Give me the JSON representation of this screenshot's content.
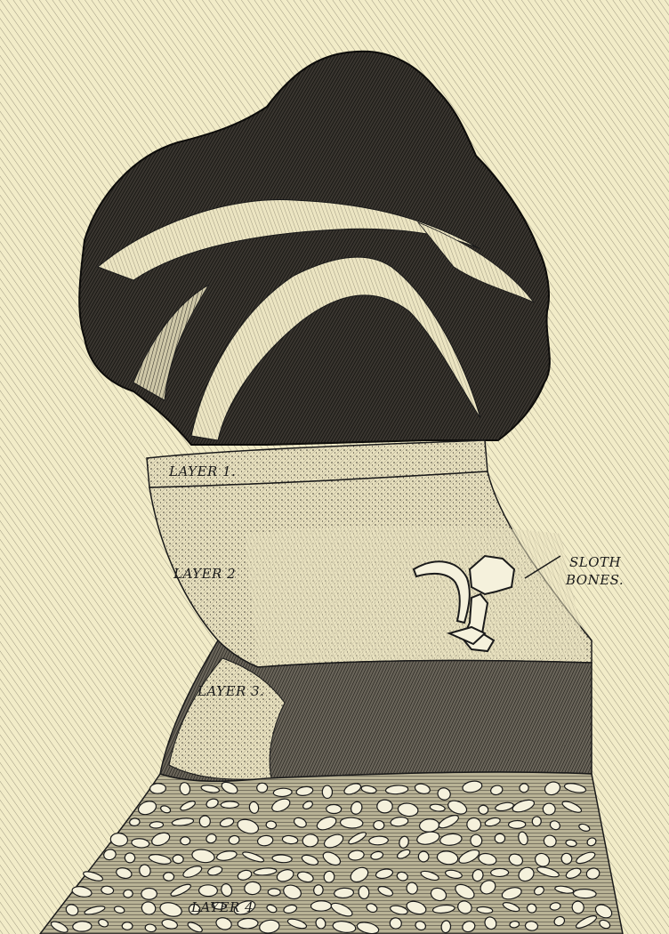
{
  "labels": {
    "layer1": "LAYER 1.",
    "layer2": "LAYER 2",
    "layer3": "LAYER 3.",
    "layer4": "LAYER 4",
    "sloth_line1": "SLOTH",
    "sloth_line2": "BONES."
  },
  "colors": {
    "paper": "#f2ecc8",
    "ink": "#1a1a1a",
    "bone": "#f5f1dc"
  }
}
